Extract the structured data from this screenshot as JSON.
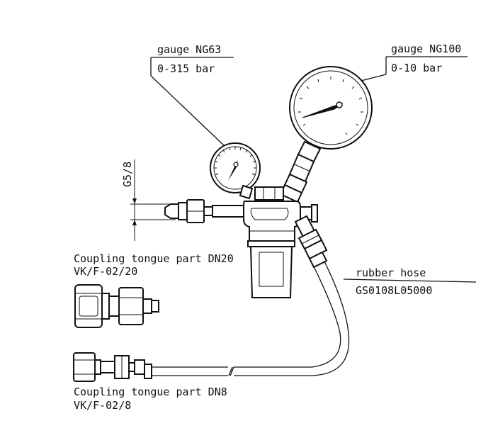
{
  "labels": {
    "gauge_ng63_name": "gauge NG63",
    "gauge_ng63_range": "0-315 bar",
    "gauge_ng100_name": "gauge NG100",
    "gauge_ng100_range": "0-10 bar",
    "thread_size": "G5/8",
    "coupling_dn20_name": "Coupling tongue part DN20",
    "coupling_dn20_code": "VK/F-02/20",
    "hose_name": "rubber hose",
    "hose_code": "GS0108L05000",
    "coupling_dn8_name": "Coupling tongue part DN8",
    "coupling_dn8_code": "VK/F-02/8"
  }
}
